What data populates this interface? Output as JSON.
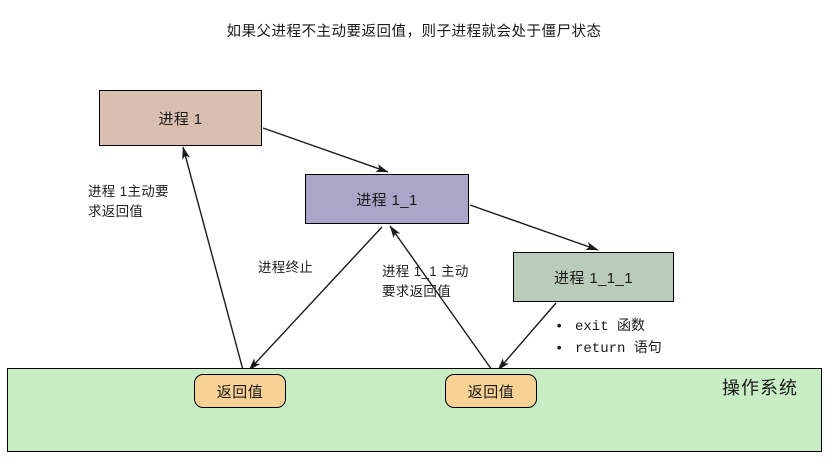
{
  "title": "如果父进程不主动要返回值，则子进程就会处于僵尸状态",
  "nodes": {
    "proc1": {
      "label": "进程 1",
      "fill": "#d9bfb0"
    },
    "proc11": {
      "label": "进程 1_1",
      "fill": "#aaa5c9"
    },
    "proc111": {
      "label": "进程 1_1_1",
      "fill": "#b9cbb9"
    }
  },
  "os": {
    "label": "操作系统",
    "fill": "#c8edc4"
  },
  "return_boxes": [
    {
      "label": "返回值",
      "fill": "#f7d294"
    },
    {
      "label": "返回值",
      "fill": "#f7d294"
    }
  ],
  "annotations": {
    "proc1_request": "进程 1主动要\n求返回值",
    "proc_terminate": "进程终止",
    "proc11_request": "进程 1_1 主动\n要求返回值"
  },
  "exit_methods": [
    {
      "bullet": "•",
      "text": "exit 函数"
    },
    {
      "bullet": "•",
      "text": "return 语句"
    }
  ],
  "style": {
    "stroke": "#000000",
    "background": "#ffffff"
  }
}
